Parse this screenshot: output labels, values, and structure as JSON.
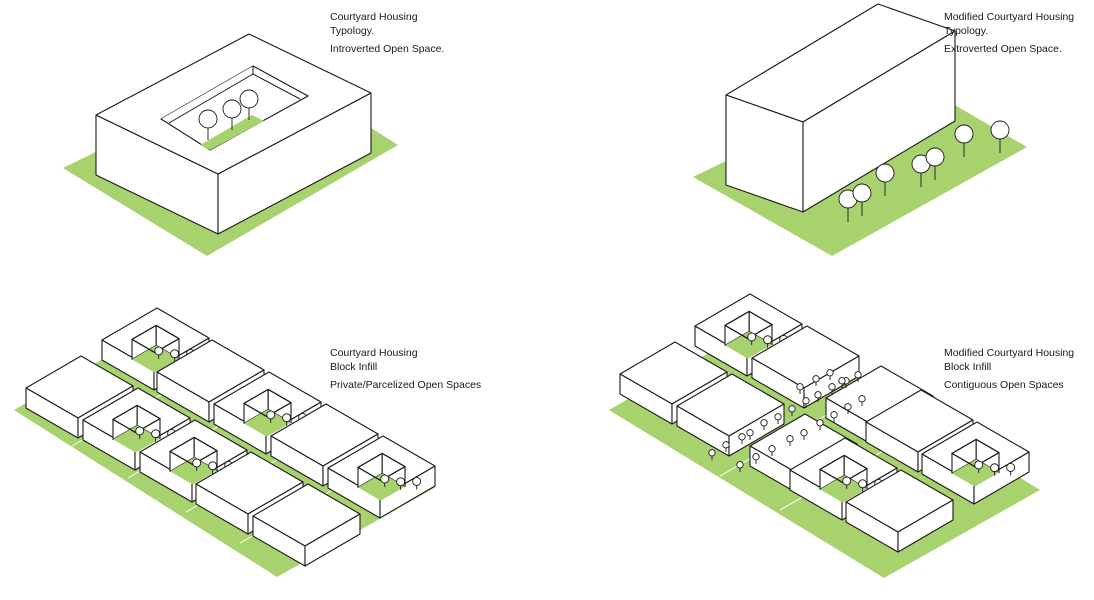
{
  "colors": {
    "grass": "#a8d26e",
    "outline": "#1a1a1a",
    "building": "#ffffff"
  },
  "panels": [
    {
      "id": "courtyard-single",
      "title_line1": "Courtyard Housing",
      "title_line2": "Typology.",
      "description": "Introverted Open Space."
    },
    {
      "id": "modified-single",
      "title_line1": "Modified Courtyard Housing",
      "title_line2": "Typology.",
      "description": "Extroverted Open Space."
    },
    {
      "id": "courtyard-infill",
      "title_line1": "Courtyard Housing",
      "title_line2": "Block Infill",
      "description": "Private/Parcelized Open Spaces"
    },
    {
      "id": "modified-infill",
      "title_line1": "Modified Courtyard Housing",
      "title_line2": "Block Infill",
      "description": "Contiguous Open Spaces"
    }
  ]
}
